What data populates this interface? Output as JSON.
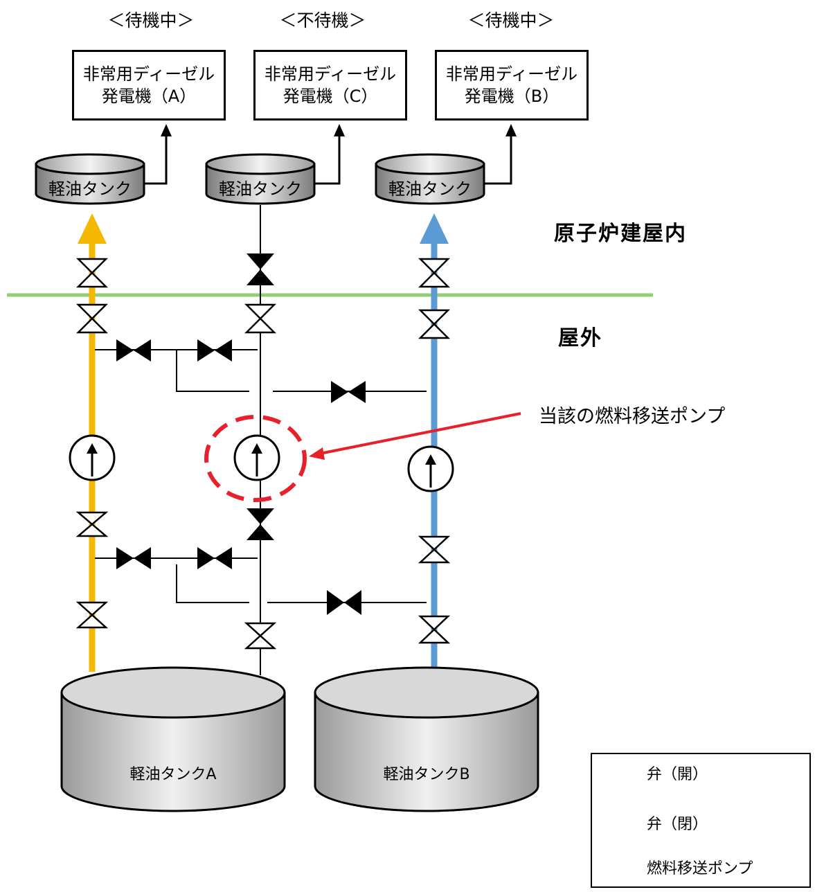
{
  "status_labels": [
    "＜待機中＞",
    "＜不待機＞",
    "＜待機中＞"
  ],
  "generators": [
    {
      "line1": "非常用ディーゼル",
      "line2": "発電機（A）"
    },
    {
      "line1": "非常用ディーゼル",
      "line2": "発電機（C）"
    },
    {
      "line1": "非常用ディーゼル",
      "line2": "発電機（B）"
    }
  ],
  "day_tanks": [
    "軽油タンク",
    "軽油タンク",
    "軽油タンク"
  ],
  "zones": {
    "inside": "原子炉建屋内",
    "outside": "屋外"
  },
  "callout": "当該の燃料移送ポンプ",
  "storage_tanks": {
    "a": "軽油タンクA",
    "b": "軽油タンクB"
  },
  "legend": {
    "valve_open": "弁（開）",
    "valve_closed": "弁（閉）",
    "pump": "燃料移送ポンプ"
  },
  "colors": {
    "line_a": "#f5b800",
    "line_b": "#5b9bd5",
    "boundary": "#92cf72",
    "callout": "#e8202a"
  }
}
